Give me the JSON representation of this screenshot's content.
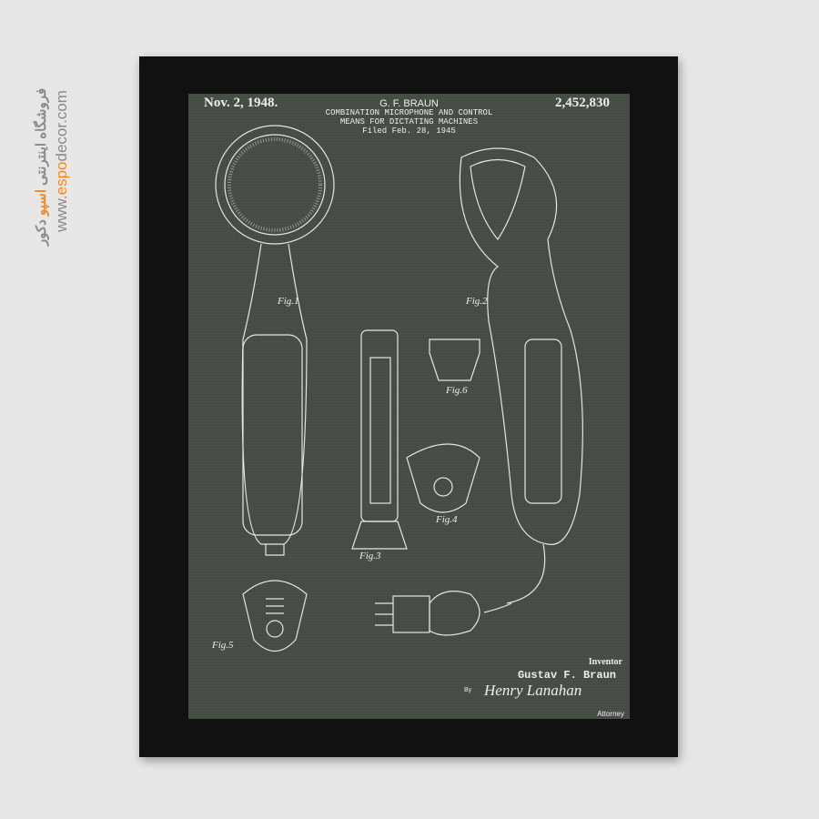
{
  "watermark": {
    "persian_prefix": "فروشگاه اینترنتی ",
    "persian_brand": "اسپو",
    "persian_suffix": " دکور",
    "url_prefix": "www.",
    "url_brand": "espo",
    "url_suffix": "decor.com",
    "accent": "#f08a24"
  },
  "patent": {
    "date": "Nov. 2, 1948.",
    "number": "2,452,830",
    "inventor_header": "G. F. BRAUN",
    "title_line1": "COMBINATION MICROPHONE AND CONTROL",
    "title_line2": "MEANS FOR DICTATING MACHINES",
    "filed": "Filed Feb. 28, 1945",
    "inventor_label": "Inventor",
    "inventor_name": "Gustav F. Braun",
    "by": "By",
    "attorney_signature": "Henry Lanahan",
    "attorney_label": "Attorney",
    "figures": [
      "Fig.1",
      "Fig.2",
      "Fig.3",
      "Fig.4",
      "Fig.5",
      "Fig.6"
    ]
  },
  "colors": {
    "background": "#e9e7e5",
    "frame": "#111111",
    "paper": "#454d45"
  }
}
